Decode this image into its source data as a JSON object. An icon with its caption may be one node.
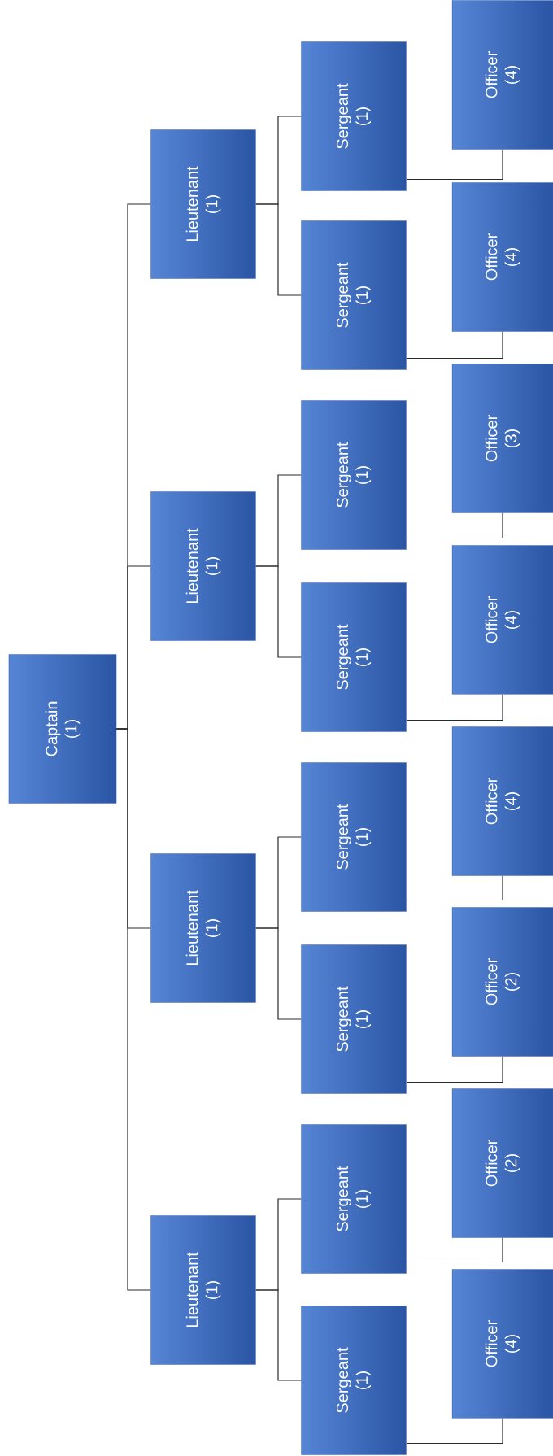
{
  "diagram": {
    "nodes": [
      {
        "text": [
          "Captain (1)"
        ]
      },
      {
        "text": [
          "Lieutenant (1)"
        ]
      },
      {
        "text": [
          "Lieutenant (1)"
        ]
      },
      {
        "text": [
          "Lieutenant (1)"
        ]
      },
      {
        "text": [
          "Lieutenant (1)"
        ]
      },
      {
        "text": [
          "Sergeant (1)"
        ]
      },
      {
        "text": [
          "Sergeant (1)"
        ]
      },
      {
        "text": [
          "Sergeant (1)"
        ]
      },
      {
        "text": [
          "Sergeant (1)"
        ]
      },
      {
        "text": [
          "Sergeant (1)"
        ]
      },
      {
        "text": [
          "Sergeant (1)"
        ]
      },
      {
        "text": [
          "Sergeant (1)"
        ]
      },
      {
        "text": [
          "Sergeant (1)"
        ]
      },
      {
        "text": [
          "Officer (4)"
        ]
      },
      {
        "text": [
          "Officer (2)"
        ]
      },
      {
        "text": [
          "Officer (2)"
        ]
      },
      {
        "text": [
          "Officer (4)"
        ]
      },
      {
        "text": [
          "Officer (4)"
        ]
      },
      {
        "text": [
          "Officer (3)"
        ]
      },
      {
        "text": [
          "Officer (4)"
        ]
      },
      {
        "text": [
          "Officer (4)"
        ]
      }
    ],
    "edges": [
      {
        "from": 0,
        "to": 1,
        "arrow": "none"
      },
      {
        "from": 0,
        "to": 2,
        "arrow": "none"
      },
      {
        "from": 0,
        "to": 3,
        "arrow": "none"
      },
      {
        "from": 0,
        "to": 4,
        "arrow": "none"
      },
      {
        "from": 1,
        "to": 5,
        "arrow": "none"
      },
      {
        "from": 1,
        "to": 6,
        "arrow": "none"
      },
      {
        "from": 2,
        "to": 7,
        "arrow": "none"
      },
      {
        "from": 2,
        "to": 8,
        "arrow": "none"
      },
      {
        "from": 3,
        "to": 9,
        "arrow": "none"
      },
      {
        "from": 3,
        "to": 10,
        "arrow": "none"
      },
      {
        "from": 4,
        "to": 11,
        "arrow": "none"
      },
      {
        "from": 4,
        "to": 12,
        "arrow": "none"
      },
      {
        "from": 5,
        "to": 13,
        "arrow": "none"
      },
      {
        "from": 6,
        "to": 14,
        "arrow": "none"
      },
      {
        "from": 7,
        "to": 15,
        "arrow": "none"
      },
      {
        "from": 8,
        "to": 16,
        "arrow": "none"
      },
      {
        "from": 9,
        "to": 17,
        "arrow": "none"
      },
      {
        "from": 10,
        "to": 18,
        "arrow": "none"
      },
      {
        "from": 11,
        "to": 19,
        "arrow": "none"
      },
      {
        "from": 12,
        "to": 20,
        "arrow": "none"
      }
    ]
  }
}
